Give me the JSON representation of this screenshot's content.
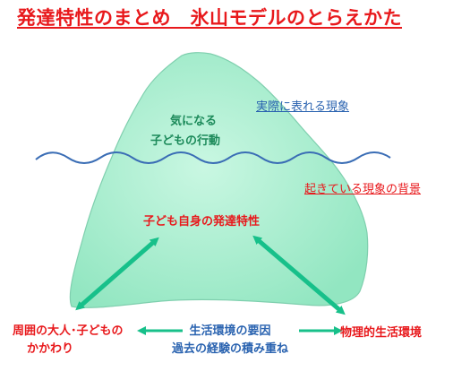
{
  "title": "発達特性のまとめ　氷山モデルのとらえかた",
  "labels": {
    "surface": "実際に表れる現象",
    "background": "起きている現象の背景",
    "visible_line1": "気になる",
    "visible_line2": "子どもの行動",
    "core": "子ども自身の発達特性",
    "left_line1": "周囲の大人･子どもの",
    "left_line2": "かかわり",
    "center_line1": "生活環境の要因",
    "center_line2": "過去の経験の積み重ね",
    "right": "物理的生活環境"
  },
  "colors": {
    "title": "#e8191c",
    "iceberg_fill": "#a6f0cf",
    "iceberg_stroke": "#7fcfae",
    "arrow": "#17c08a",
    "wave": "#3a6db5",
    "red_text": "#e8191c",
    "blue_text": "#2a63b0"
  }
}
